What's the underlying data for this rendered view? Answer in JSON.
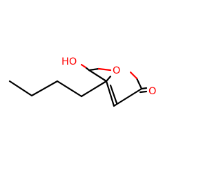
{
  "molecule": {
    "atoms": {
      "hydroxyl": "HO",
      "ring_oxygen": "O",
      "carbonyl_oxygen": "O"
    },
    "colors": {
      "bond": "#000000",
      "oxygen": "#ff0000"
    }
  }
}
